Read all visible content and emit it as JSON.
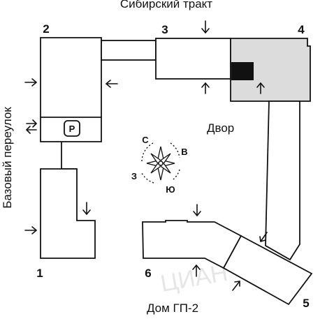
{
  "streets": {
    "top": "Сибирский тракт",
    "left": "Базовый переулок",
    "bottom": "Дом ГП-2"
  },
  "courtyard": "Двор",
  "parking": "P",
  "entrances": [
    "1",
    "2",
    "3",
    "4",
    "5",
    "6"
  ],
  "compass": {
    "north": "С",
    "east": "В",
    "south": "Ю",
    "west": "З"
  },
  "watermark": "ЦИАН",
  "colors": {
    "lines": "#111111",
    "highlight": "#dcdcdc",
    "background": "#ffffff"
  }
}
